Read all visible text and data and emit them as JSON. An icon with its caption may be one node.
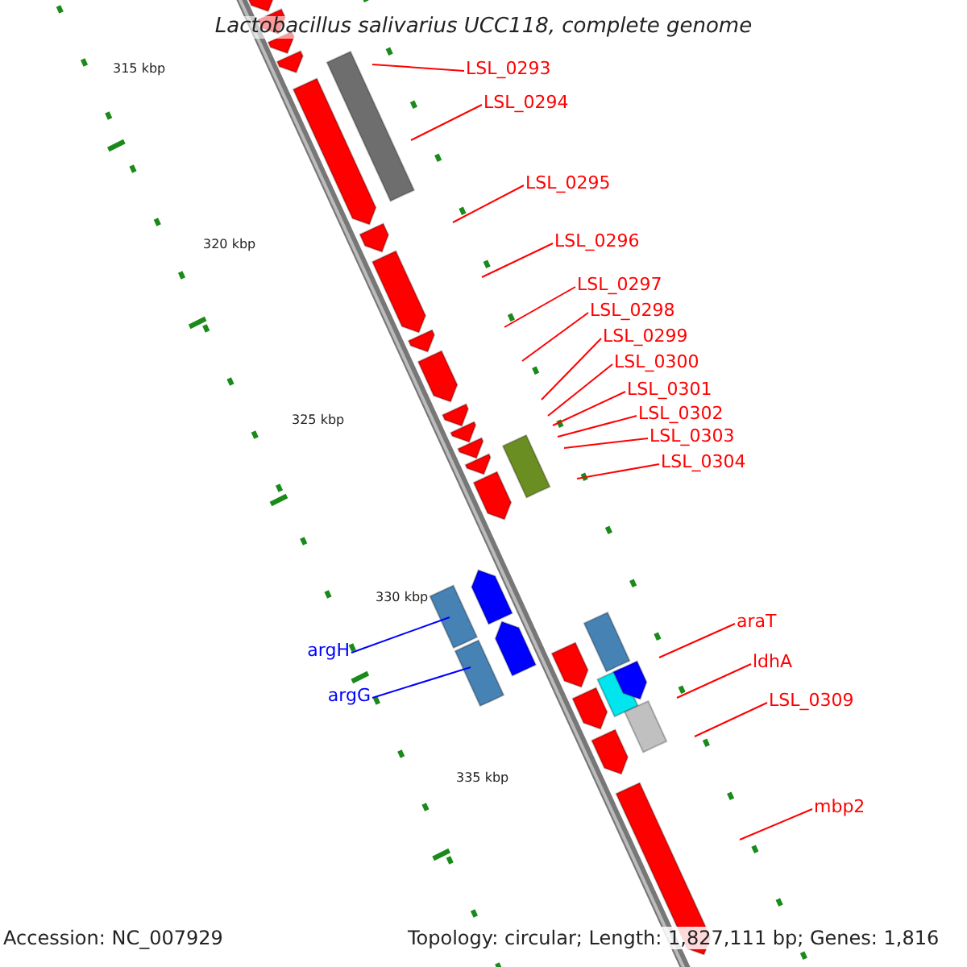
{
  "diagram": {
    "title": "Lactobacillus salivarius UCC118, complete genome",
    "nodes": [
      {
        "text": [
          "LSL_0293"
        ]
      },
      {
        "text": [
          "LSL_0294"
        ]
      },
      {
        "text": [
          "LSL_0295"
        ]
      },
      {
        "text": [
          "LSL_0296"
        ]
      },
      {
        "text": [
          "LSL_0297"
        ]
      },
      {
        "text": [
          "LSL_0298"
        ]
      },
      {
        "text": [
          "LSL_0299"
        ]
      },
      {
        "text": [
          "LSL_0300"
        ]
      },
      {
        "text": [
          "LSL_0301"
        ]
      },
      {
        "text": [
          "LSL_0302"
        ]
      },
      {
        "text": [
          "LSL_0303"
        ]
      },
      {
        "text": [
          "LSL_0304"
        ]
      },
      {
        "text": [
          "araT"
        ]
      },
      {
        "text": [
          "ldhA"
        ]
      },
      {
        "text": [
          "LSL_0309"
        ]
      },
      {
        "text": [
          "argH"
        ]
      },
      {
        "text": [
          "argG"
        ]
      },
      {
        "text": [
          "mbp2"
        ]
      }
    ],
    "edges": [
      {
        "from": 0,
        "to": null,
        "arrow": "none"
      },
      {
        "from": 1,
        "to": null,
        "arrow": "none"
      },
      {
        "from": 2,
        "to": null,
        "arrow": "none"
      },
      {
        "from": 3,
        "to": null,
        "arrow": "none"
      },
      {
        "from": 4,
        "to": null,
        "arrow": "none"
      },
      {
        "from": 5,
        "to": null,
        "arrow": "none"
      },
      {
        "from": 6,
        "to": null,
        "arrow": "none"
      },
      {
        "from": 7,
        "to": null,
        "arrow": "none"
      },
      {
        "from": 8,
        "to": null,
        "arrow": "none"
      },
      {
        "from": 9,
        "to": null,
        "arrow": "none"
      },
      {
        "from": 10,
        "to": null,
        "arrow": "none"
      },
      {
        "from": 11,
        "to": null,
        "arrow": "none"
      },
      {
        "from": 12,
        "to": null,
        "arrow": "none"
      },
      {
        "from": 13,
        "to": null,
        "arrow": "none"
      },
      {
        "from": 14,
        "to": null,
        "arrow": "none"
      },
      {
        "from": 15,
        "to": null,
        "arrow": "none",
        "color": "#0000ff"
      },
      {
        "from": 16,
        "to": null,
        "arrow": "none",
        "color": "#0000ff"
      },
      {
        "from": 17,
        "to": null,
        "arrow": "none"
      }
    ],
    "labels": [
      "315 kbp",
      "320 kbp",
      "325 kbp",
      "330 kbp",
      "335 kbp",
      "Accession: NC_007929",
      "Topology: circular; Length: 1,827,111 bp; Genes: 1,816"
    ]
  }
}
